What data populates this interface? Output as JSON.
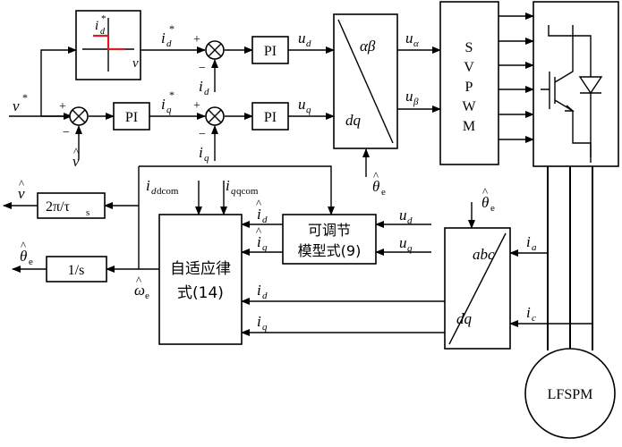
{
  "blocks": {
    "current_limiter": {
      "i_label": "i",
      "sub": "d",
      "sup": "*",
      "v_label": "v"
    },
    "pi_d": "PI",
    "pi_q": "PI",
    "pi_speed": "PI",
    "park_inverse": {
      "top": "αβ",
      "bottom": "dq"
    },
    "svpwm": [
      "S",
      "V",
      "P",
      "W",
      "M"
    ],
    "park_forward": {
      "top": "abc",
      "bottom": "dq"
    },
    "speed_scale": "2π/τ",
    "speed_scale_sub": "s",
    "integrator": "1/s",
    "adaptive_law": {
      "line1": "自适应律",
      "line2": "式(14)"
    },
    "adjustable_model": {
      "line1": "可调节",
      "line2": "模型式(9)"
    },
    "motor": "LFSPM"
  },
  "signals": {
    "v_ref": "v",
    "v_ref_sup": "*",
    "v_hat": "v",
    "theta": "θ",
    "theta_sub": "e",
    "omega": "ω",
    "omega_sub": "e",
    "i": "i",
    "u": "u",
    "u_alpha_sub": "α",
    "u_beta_sub": "β",
    "d": "d",
    "q": "q",
    "a": "a",
    "c": "c",
    "dcom": "dcom",
    "qcom": "qcom",
    "star": "*",
    "plus": "+",
    "minus": "−",
    "hat": "^"
  }
}
